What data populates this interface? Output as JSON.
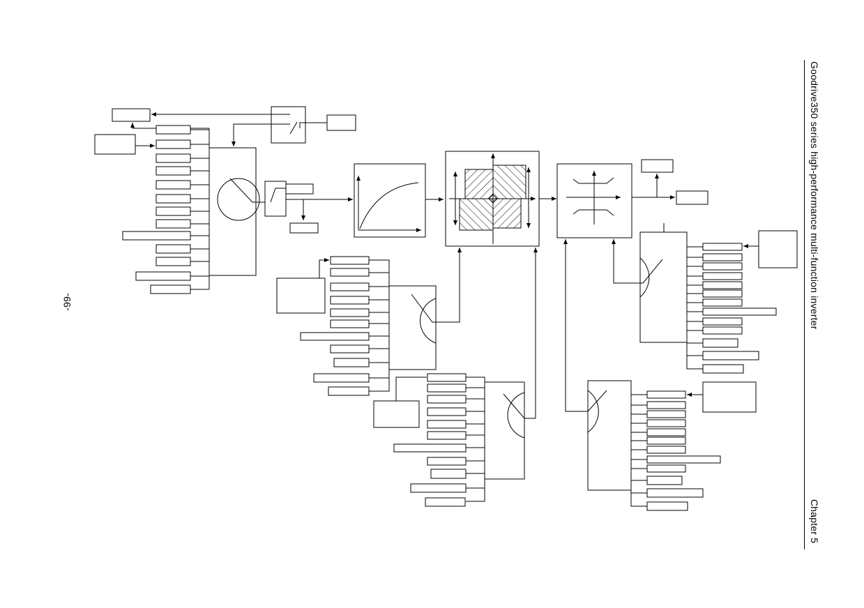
{
  "header": {
    "title": "Goodrive350 series high-performance multi-function inverter",
    "chapter": "Chapter 5"
  },
  "footer": {
    "page_number": "-99-"
  },
  "diagram": {
    "label_boxes_note_visible_text": "",
    "blocks": {
      "ramp_curve": "acceleration/deceleration curve block",
      "torque_limit": "four-quadrant limit block",
      "output_selector": "output direction selector block"
    }
  }
}
